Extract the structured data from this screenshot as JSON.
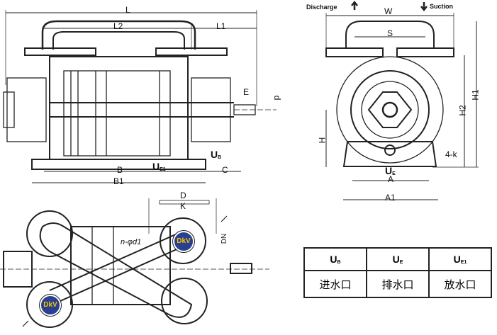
{
  "front_view": {
    "labels": {
      "L": "L",
      "L2": "L2",
      "L1": "L1",
      "E": "E",
      "p": "p",
      "UB": "U",
      "UB_sub": "B",
      "UE1": "U",
      "UE1_sub": "E1",
      "B": "B",
      "C": "C",
      "B1": "B1"
    }
  },
  "side_view": {
    "discharge": "Discharge",
    "suction": "Suction",
    "labels": {
      "W": "W",
      "S": "S",
      "H1": "H1",
      "H2": "H2",
      "H": "H",
      "k": "4-k",
      "UE": "U",
      "UE_sub": "E",
      "A": "A",
      "A1": "A1"
    }
  },
  "top_view": {
    "labels": {
      "D": "D",
      "K": "K",
      "nd1": "n-φd1",
      "DN": "DN"
    },
    "logo": "DkV"
  },
  "legend_table": {
    "headers": [
      {
        "main": "U",
        "sub": "B"
      },
      {
        "main": "U",
        "sub": "E"
      },
      {
        "main": "U",
        "sub": "E1"
      }
    ],
    "values": [
      "进水口",
      "排水口",
      "放水口"
    ]
  }
}
